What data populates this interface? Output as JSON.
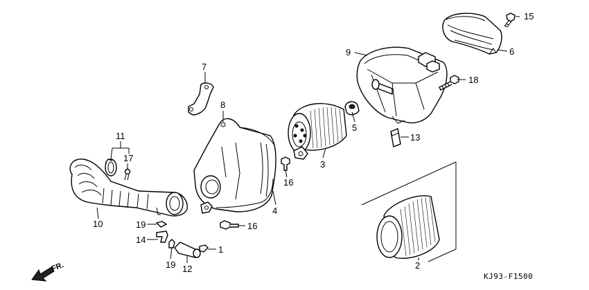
{
  "diagram": {
    "callouts": [
      {
        "id": "c1",
        "text": "1"
      },
      {
        "id": "c2",
        "text": "2"
      },
      {
        "id": "c3",
        "text": "3"
      },
      {
        "id": "c4",
        "text": "4"
      },
      {
        "id": "c5",
        "text": "5"
      },
      {
        "id": "c6",
        "text": "6"
      },
      {
        "id": "c7",
        "text": "7"
      },
      {
        "id": "c8",
        "text": "8"
      },
      {
        "id": "c9",
        "text": "9"
      },
      {
        "id": "c10",
        "text": "10"
      },
      {
        "id": "c11",
        "text": "11"
      },
      {
        "id": "c12",
        "text": "12"
      },
      {
        "id": "c13",
        "text": "13"
      },
      {
        "id": "c14",
        "text": "14"
      },
      {
        "id": "c15",
        "text": "15"
      },
      {
        "id": "c16a",
        "text": "16"
      },
      {
        "id": "c16b",
        "text": "16"
      },
      {
        "id": "c17",
        "text": "17"
      },
      {
        "id": "c18",
        "text": "18"
      },
      {
        "id": "c19a",
        "text": "19"
      },
      {
        "id": "c19b",
        "text": "19"
      }
    ],
    "direction_label": "FR.",
    "drawing_code": "KJ93-F1500"
  }
}
